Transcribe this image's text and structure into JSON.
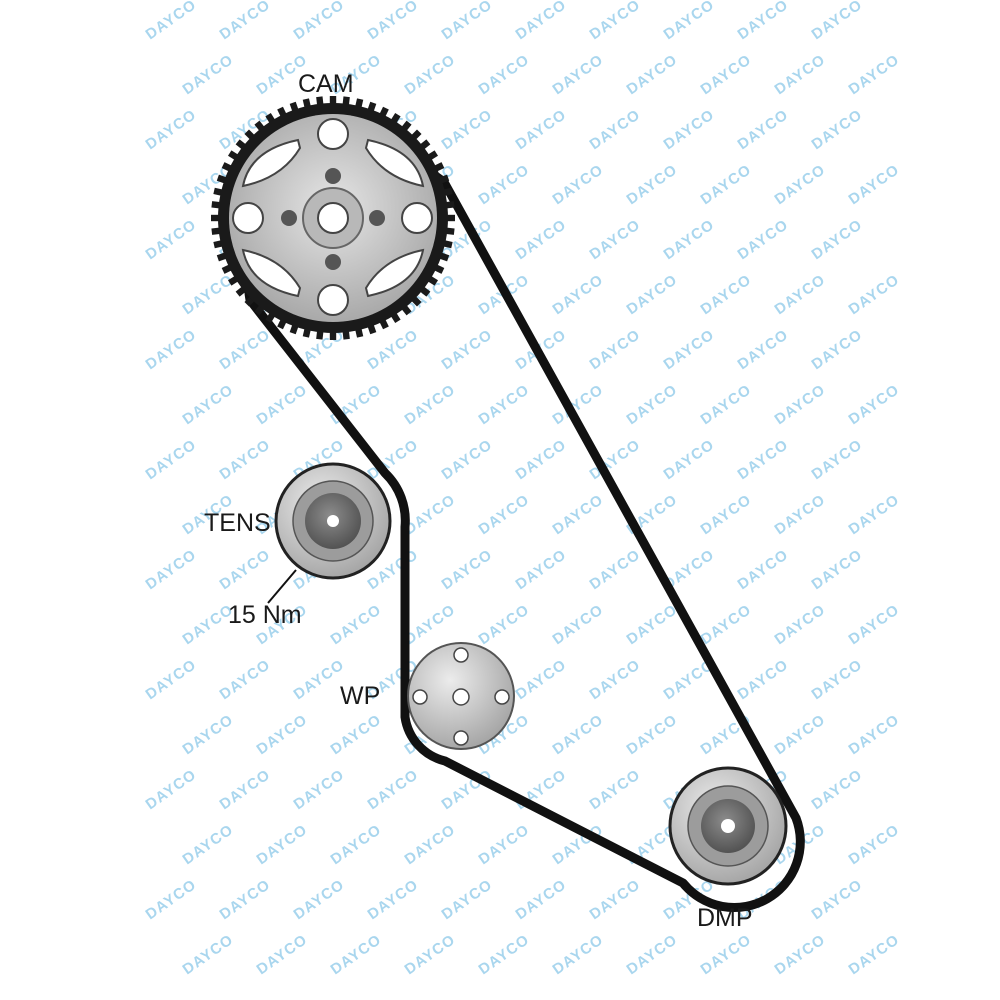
{
  "labels": {
    "cam": "CAM",
    "tensioner": "TENS",
    "torque": "15 Nm",
    "water_pump": "WP",
    "damper": "DMP"
  },
  "watermark": {
    "text": "DAYCO",
    "color": "#a9d6ee"
  },
  "colors": {
    "belt": "#111111",
    "pulley_light": "#d4d4d4",
    "pulley_mid": "#a7a7a7",
    "pulley_dark": "#6e6e6e",
    "hub_dark": "#555555"
  }
}
